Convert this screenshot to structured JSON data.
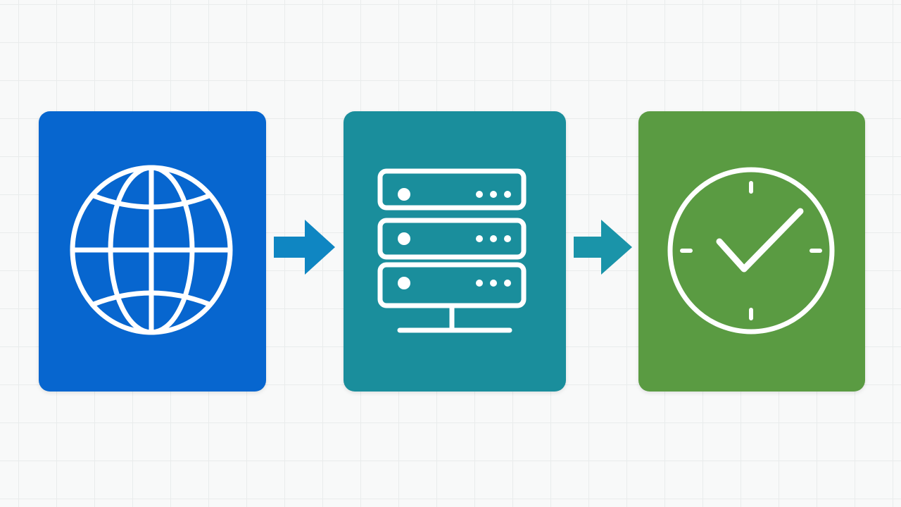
{
  "diagram": {
    "nodes": [
      {
        "id": "web",
        "icon": "globe-icon",
        "color": "#0766cf"
      },
      {
        "id": "server",
        "icon": "server-rack-icon",
        "color": "#1a8e9c"
      },
      {
        "id": "status",
        "icon": "clock-check-icon",
        "color": "#5a9b42"
      }
    ],
    "edges": [
      {
        "from": "web",
        "to": "server",
        "color": "#0f86c2"
      },
      {
        "from": "server",
        "to": "status",
        "color": "#1a94a9"
      }
    ],
    "background": "#f8f9f9",
    "grid_color": "#e9ecec"
  }
}
